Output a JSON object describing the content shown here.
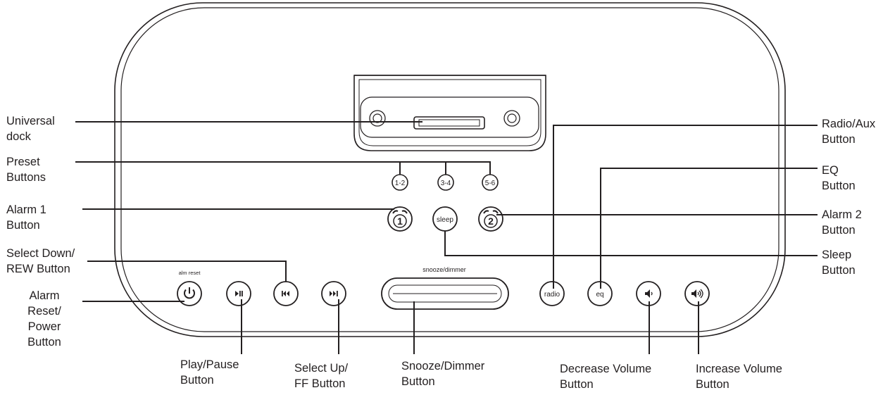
{
  "device_labels": {
    "alm_reset": "alm  reset",
    "snooze_dimmer": "snooze/dimmer",
    "preset_1_2": "1-2",
    "preset_3_4": "3-4",
    "preset_5_6": "5-6",
    "alarm_1": "1",
    "alarm_2": "2",
    "sleep": "sleep",
    "radio": "radio",
    "eq": "eq"
  },
  "callouts": {
    "universal_dock": [
      "Universal",
      "dock"
    ],
    "preset_buttons": [
      "Preset",
      "Buttons"
    ],
    "alarm_1_button": [
      "Alarm 1",
      "Button"
    ],
    "select_down_rew": [
      "Select Down/",
      "REW Button"
    ],
    "alarm_reset_power": [
      "Alarm",
      "Reset/",
      "Power",
      "Button"
    ],
    "play_pause": [
      "Play/Pause",
      "Button"
    ],
    "select_up_ff": [
      "Select Up/",
      "FF Button"
    ],
    "snooze_dimmer": [
      "Snooze/Dimmer",
      "Button"
    ],
    "decrease_volume": [
      "Decrease Volume",
      "Button"
    ],
    "increase_volume": [
      "Increase Volume",
      "Button"
    ],
    "radio_aux": [
      "Radio/Aux",
      "Button"
    ],
    "eq_button": [
      "EQ",
      "Button"
    ],
    "alarm_2_button": [
      "Alarm 2",
      "Button"
    ],
    "sleep_button": [
      "Sleep",
      "Button"
    ]
  },
  "colors": {
    "ink": "#231f20",
    "background": "#ffffff"
  }
}
